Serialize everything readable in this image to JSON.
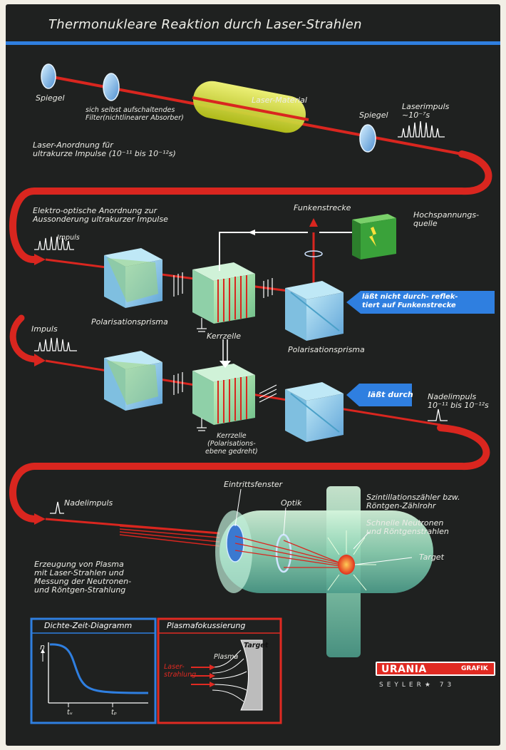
{
  "title": "Thermonukleare Reaktion durch Laser-Strahlen",
  "labels": {
    "spiegel_left": "Spiegel",
    "absorber": "sich selbst aufschaltendes\nFilter(nichtlinearer Absorber)",
    "laser_material": "Laser-Material",
    "spiegel_right": "Spiegel",
    "laserimpuls": "Laserimpuls\n~10⁻⁷s",
    "laser_anordnung": "Laser-Anordnung für\nultrakurze Impulse (10⁻¹¹ bis 10⁻¹²s)",
    "elektro_optisch": "Elektro-optische Anordnung zur\nAussonderung ultrakurzer Impulse",
    "funkenstrecke": "Funkenstrecke",
    "hochspannung": "Hochspannungs-\nquelle",
    "impuls_1": "Impuls",
    "polarisationsprisma_1": "Polarisationsprisma",
    "kerrzelle_1": "Kerrzelle",
    "polarisationsprisma_2": "Polarisationsprisma",
    "laesst_nicht": "läßt nicht durch- reflek-\ntiert auf Funkenstrecke",
    "impuls_2": "Impuls",
    "kerrzelle_2": "Kerrzelle\n(Polarisations-\nebene gedreht)",
    "laesst_durch": "läßt durch",
    "nadelimpuls_1": "Nadelimpuls\n10⁻¹¹ bis 10⁻¹²s",
    "nadelimpuls_2": "Nadelimpuls",
    "eintrittsfenster": "Eintrittsfenster",
    "optik": "Optik",
    "szintillation": "Szintillationszähler bzw.\nRöntgen-Zählrohr",
    "schnelle": "Schnelle Neutronen\nund Röntgenstrahlen",
    "target": "Target",
    "erzeugung": "Erzeugung von Plasma\nmit Laser-Strahlen und\nMessung der Neutronen-\nund Röntgen-Strahlung"
  },
  "dichte": {
    "title": "Dichte-Zeit-Diagramm",
    "ylabel": "n",
    "t1": "tᵤ",
    "t2": "tₚ"
  },
  "plasma": {
    "title": "Plasmafokussierung",
    "target": "Target",
    "plasma": "Plasma",
    "laser": "Laser-\nstrahlung"
  },
  "logo": {
    "main": "URANIA",
    "sub": "GRAFIK",
    "signature": "SEYLER★ 73"
  },
  "colors": {
    "background": "#1f2120",
    "beam": "#d9261f",
    "accent_blue": "#2f7fe0",
    "accent_red": "#e02a22",
    "glass": "#9fd6e6",
    "green": "#3aa23a",
    "laser_yellow": "#e6ee3a"
  }
}
